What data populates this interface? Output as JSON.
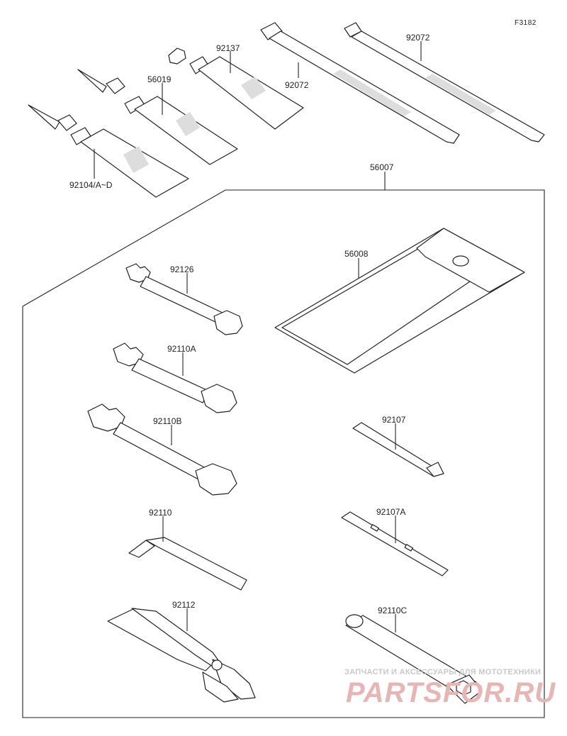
{
  "diagram": {
    "code": "F3182",
    "parts": {
      "p92137": "92137",
      "p92072a": "92072",
      "p92072b": "92072",
      "p56019": "56019",
      "p92104": "92104/A~D",
      "p56007": "56007",
      "p56008": "56008",
      "p92126": "92126",
      "p92110A": "92110A",
      "p92110B": "92110B",
      "p92107": "92107",
      "p92107A": "92107A",
      "p92110": "92110",
      "p92112": "92112",
      "p92110C": "92110C"
    }
  },
  "watermark": {
    "tagline": "ЗАПЧАСТИ И АКСЕССУАРЫ ДЛЯ МОТОТЕХНИКИ",
    "brand": "PARTSFOR.RU"
  }
}
